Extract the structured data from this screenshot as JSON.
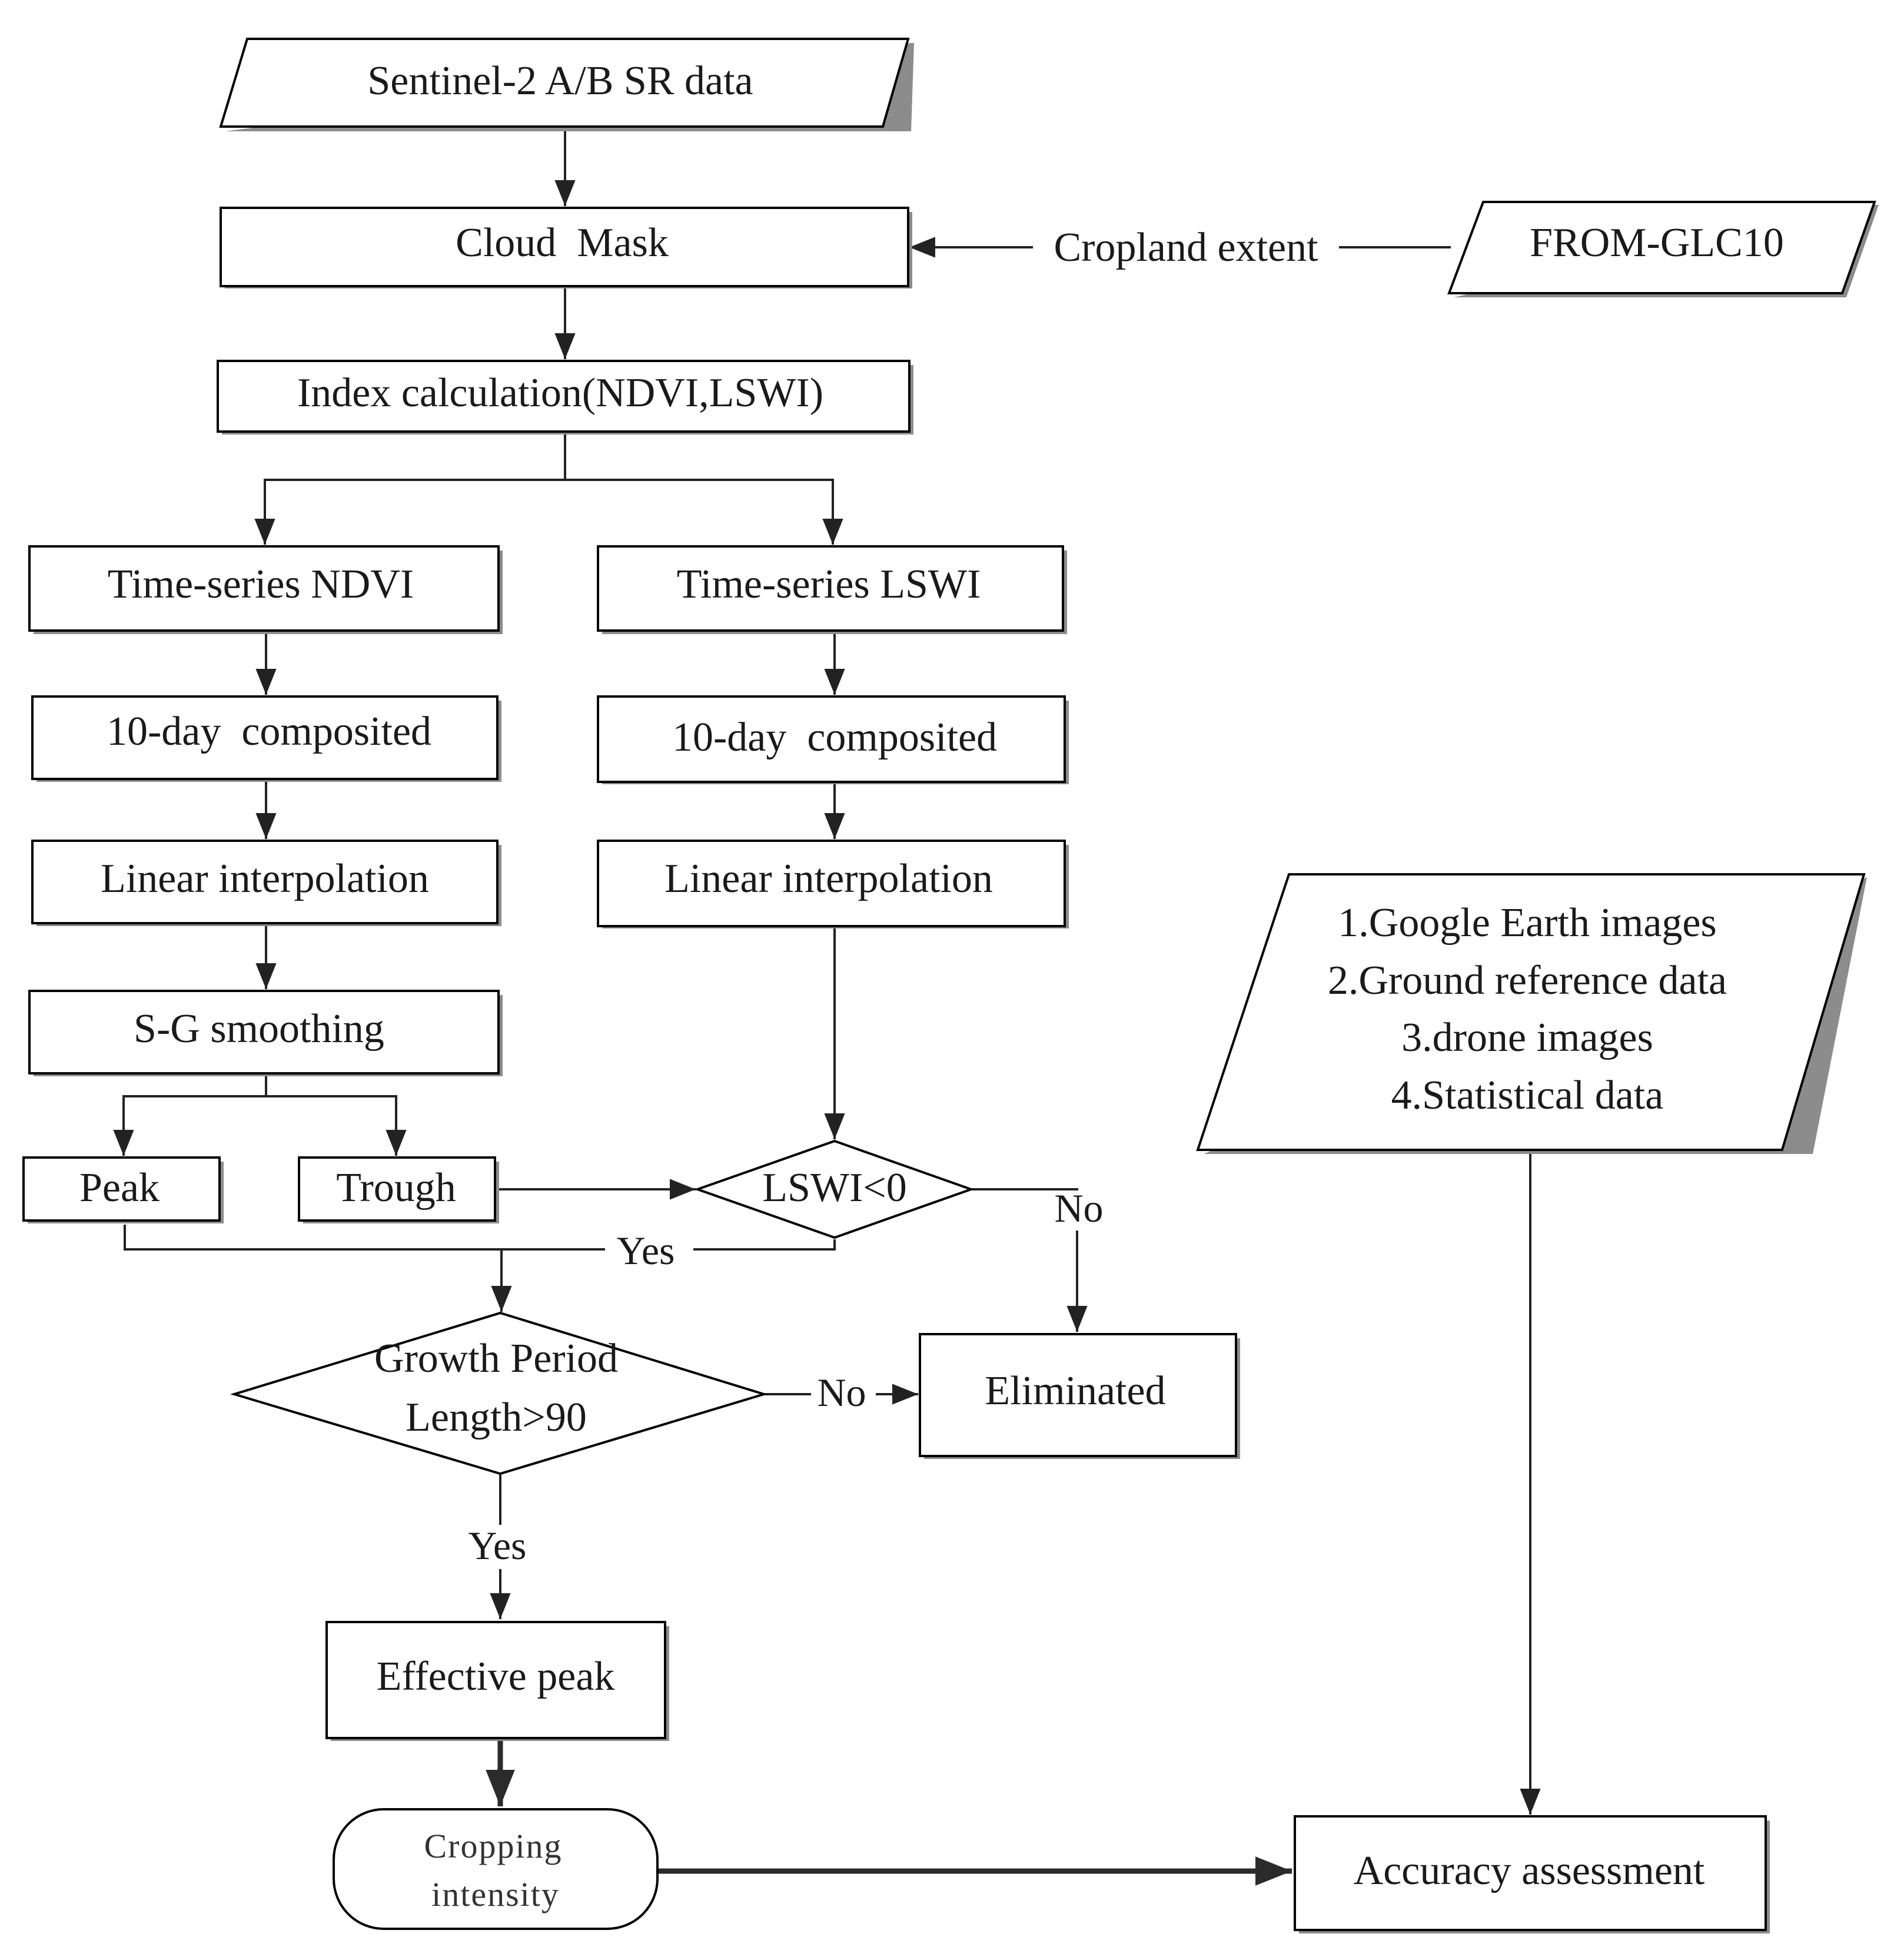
{
  "nodes": {
    "sentinel": "Sentinel-2 A/B SR data",
    "cloud_mask": "Cloud  Mask",
    "cropland_extent": "Cropland extent",
    "from_glc10": "FROM-GLC10",
    "index_calc": "Index calculation(NDVI,LSWI)",
    "ts_ndvi": "Time-series NDVI",
    "ts_lswi": "Time-series LSWI",
    "composite_ndvi": "10-day  composited",
    "composite_lswi": "10-day  composited",
    "interp_ndvi": "Linear interpolation",
    "interp_lswi": "Linear interpolation",
    "sg_smoothing": "S-G smoothing",
    "peak": "Peak",
    "trough": "Trough",
    "lswi_decision": "LSWI<0",
    "growth_line1": "Growth Period",
    "growth_line2": "Length>90",
    "eliminated": "Eliminated",
    "effective_peak": "Effective peak",
    "cropping_line1": "Cropping",
    "cropping_line2": "intensity",
    "validation_1": "1.Google Earth images",
    "validation_2": "2.Ground reference data",
    "validation_3": "3.drone images",
    "validation_4": "4.Statistical data",
    "accuracy": "Accuracy assessment"
  },
  "edges": {
    "lswi_no": "No",
    "lswi_yes": "Yes",
    "growth_no": "No",
    "growth_yes": "Yes"
  }
}
